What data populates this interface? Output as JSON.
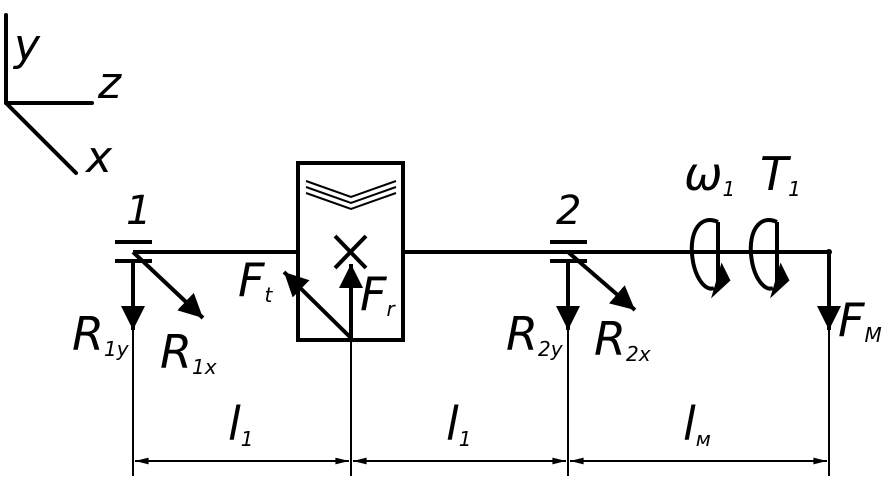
{
  "axes": {
    "y": "y",
    "z": "z",
    "x": "x"
  },
  "bearings": {
    "b1": {
      "number": "1",
      "ry_main": "R",
      "ry_sub": "1y",
      "rx_main": "R",
      "rx_sub": "1x"
    },
    "b2": {
      "number": "2",
      "ry_main": "R",
      "ry_sub": "2y",
      "rx_main": "R",
      "rx_sub": "2x"
    }
  },
  "gear": {
    "ft_main": "F",
    "ft_sub": "t",
    "fr_main": "F",
    "fr_sub": "r"
  },
  "shaft_end": {
    "omega_main": "ω",
    "omega_sub": "1",
    "torque_main": "T",
    "torque_sub": "1",
    "fm_main": "F",
    "fm_sub": "M"
  },
  "dimensions": [
    {
      "main": "l",
      "sub": "1"
    },
    {
      "main": "l",
      "sub": "1"
    },
    {
      "main": "l",
      "sub": "м"
    }
  ],
  "colors": {
    "line": "#000000",
    "background": "#ffffff"
  }
}
